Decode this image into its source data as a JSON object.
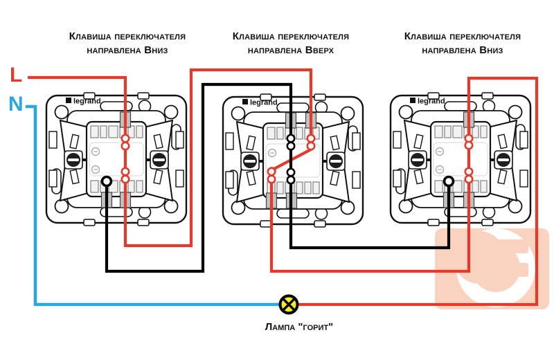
{
  "diagram": {
    "captions": [
      {
        "line1": "Клавиша переключателя",
        "line2": "направлена Вниз"
      },
      {
        "line1": "Клавиша переключателя",
        "line2": "направлена Вверх"
      },
      {
        "line1": "Клавиша переключателя",
        "line2": "направлена Вниз"
      }
    ],
    "line_label": "L",
    "neutral_label": "N",
    "lamp_label": "Лампа \"горит\"",
    "brand": "legrand",
    "switch_states": [
      "down",
      "up",
      "down"
    ],
    "colors": {
      "phase_wire": "#e33b2b",
      "traveler_wire": "#000000",
      "neutral_wire": "#29a8e0",
      "lamp_fill": "#f6e926",
      "watermark": "#fad3c0"
    }
  }
}
